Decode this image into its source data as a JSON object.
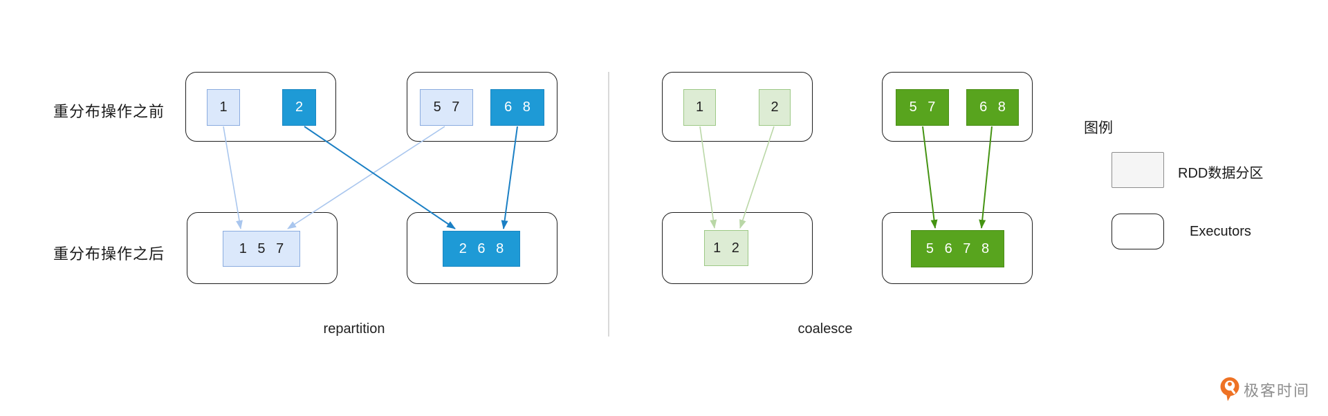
{
  "rows": {
    "before": "重分布操作之前",
    "after": "重分布操作之后"
  },
  "captions": {
    "left": "repartition",
    "right": "coalesce"
  },
  "parts": {
    "rp_src_1": "1",
    "rp_src_2": "2",
    "rp_src_57": "5 7",
    "rp_src_68": "6 8",
    "rp_dst_157": "1 5 7",
    "rp_dst_268": "2 6 8",
    "co_src_1": "1",
    "co_src_2": "2",
    "co_src_57": "5 7",
    "co_src_68": "6 8",
    "co_dst_12": "1 2",
    "co_dst_5678": "5 6 7 8"
  },
  "flows": {
    "repartition": [
      "1 → 1 5 7",
      "5 7 → 1 5 7",
      "2 → 2 6 8",
      "6 8 → 2 6 8"
    ],
    "coalesce": [
      "1 → 1 2",
      "2 → 1 2",
      "5 7 → 5 6 7 8",
      "6 8 → 5 6 7 8"
    ]
  },
  "legend": {
    "title": "图例",
    "items": [
      {
        "label": "RDD数据分区"
      },
      {
        "label": "Executors"
      }
    ]
  },
  "logo": {
    "text": "极客时间"
  },
  "colors": {
    "partition_light_blue_fill": "#dbe8fb",
    "partition_light_blue_stroke": "#8aabdf",
    "partition_dark_blue_fill": "#1e9ad6",
    "partition_light_green_fill": "#ddecd4",
    "partition_light_green_stroke": "#9cc885",
    "partition_dark_green_fill": "#58a41e",
    "arrow_light_blue": "#a9c6ee",
    "arrow_dark_blue": "#1a7fc4",
    "arrow_light_green": "#b9d7a6",
    "arrow_dark_green": "#449312",
    "executor_stroke": "#1c1c1c",
    "legend_partition_fill": "#f5f5f5",
    "divider_gray": "#d9d9d9",
    "logo_orange": "#ee7224"
  }
}
